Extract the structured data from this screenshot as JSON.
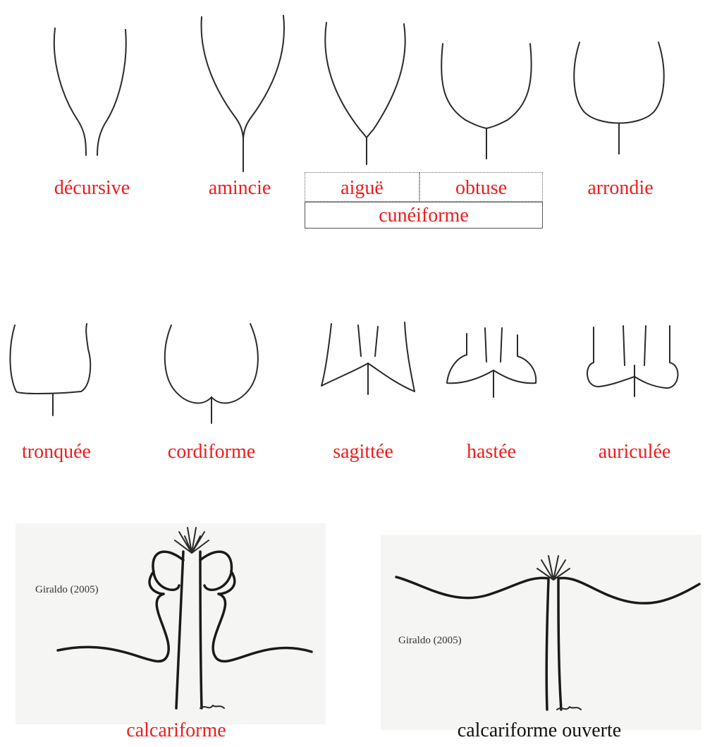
{
  "row1": {
    "labels": {
      "decursive": "décursive",
      "amincie": "amincie",
      "aigue": "aiguë",
      "obtuse": "obtuse",
      "arrondie": "arrondie",
      "cuneiforme": "cunéiforme"
    }
  },
  "row2": {
    "labels": {
      "tronquee": "tronquée",
      "cordiforme": "cordiforme",
      "sagittee": "sagittée",
      "hastee": "hastée",
      "auriculee": "auriculée"
    }
  },
  "row3": {
    "left": {
      "label": "calcariforme",
      "credit": "Giraldo (2005)"
    },
    "right": {
      "label": "calcariforme ouverte",
      "credit": "Giraldo (2005)"
    }
  },
  "colors": {
    "label_red": "#ee1c1c",
    "label_black": "#111111",
    "line": "#2a2a2a"
  }
}
